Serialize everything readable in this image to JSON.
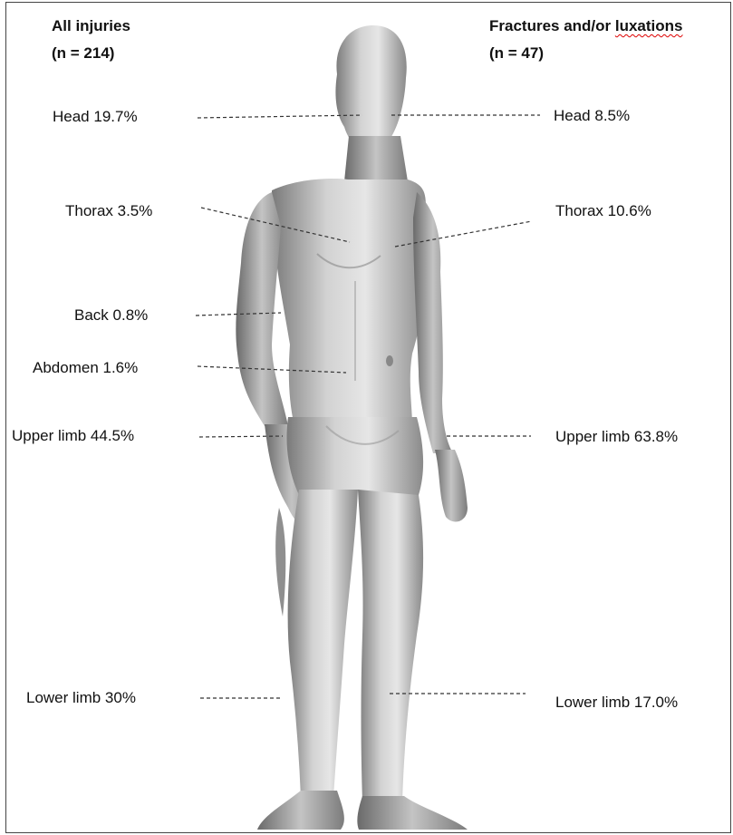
{
  "left_header": {
    "title": "All   injuries",
    "count": "(n = 214)"
  },
  "right_header": {
    "title_prefix": "Fractures and/or ",
    "title_word": "luxations",
    "count": "(n = 47)"
  },
  "left_labels": {
    "head": "Head 19.7%",
    "thorax": "Thorax 3.5%",
    "back": "Back 0.8%",
    "abdomen": "Abdomen 1.6%",
    "upper_limb": "Upper limb 44.5%",
    "lower_limb": "Lower limb 30%"
  },
  "right_labels": {
    "head": "Head 8.5%",
    "thorax": "Thorax 10.6%",
    "upper_limb": "Upper limb 63.8%",
    "lower_limb": "Lower limb 17.0%"
  },
  "colors": {
    "figure_light": "#d9d9d9",
    "figure_mid": "#a9a9a9",
    "figure_dark": "#6e6e6e",
    "leader_line": "#333333",
    "spellcheck": "#dd0000"
  }
}
